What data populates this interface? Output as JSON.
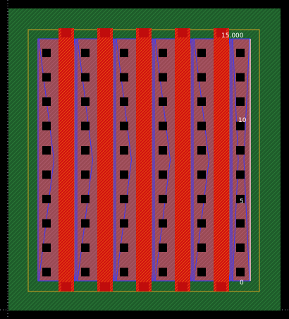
{
  "layout_view": {
    "background_color": "#000000",
    "layers": {
      "nwell": {
        "color": "#1e5c2a",
        "hatch": "#2f8a3e"
      },
      "outline": {
        "color": "#d4a020"
      },
      "diffusion": {
        "color": "#9a4a55",
        "hatch": "#c07080"
      },
      "metal": {
        "color": "#3a3aff"
      },
      "contact": {
        "color": "#000000"
      },
      "poly": {
        "color": "#d01010",
        "hatch": "#ff8a10"
      }
    },
    "finger_count": 5,
    "contact_rows": 10,
    "ruler": {
      "labels": [
        "15.000",
        "10",
        "5",
        "0"
      ]
    }
  }
}
